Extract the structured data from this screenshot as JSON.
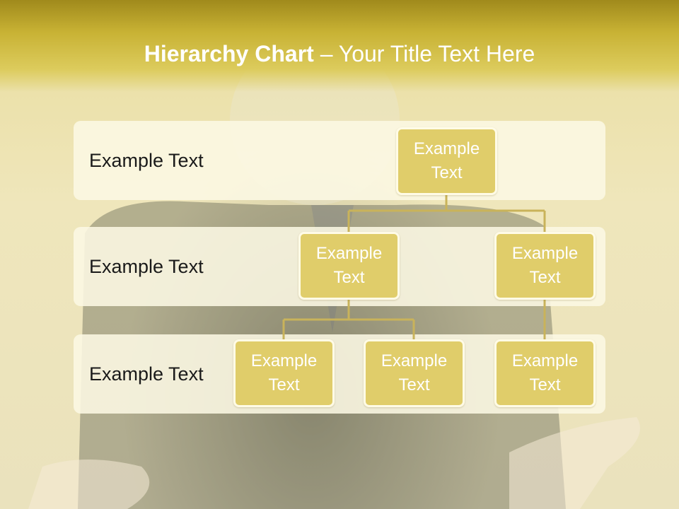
{
  "title": {
    "bold": "Hierarchy Chart",
    "rest": " – Your Title Text Here"
  },
  "levels": [
    {
      "label": "Example Text"
    },
    {
      "label": "Example Text"
    },
    {
      "label": "Example Text"
    }
  ],
  "nodes": {
    "root": "Example Text",
    "mid_left": "Example Text",
    "mid_right": "Example Text",
    "bottom_left": "Example Text",
    "bottom_middle": "Example Text",
    "bottom_right": "Example Text"
  },
  "colors": {
    "header": "#c8b234",
    "node_fill": "#e0cd6a",
    "connector": "#c9b35a"
  }
}
